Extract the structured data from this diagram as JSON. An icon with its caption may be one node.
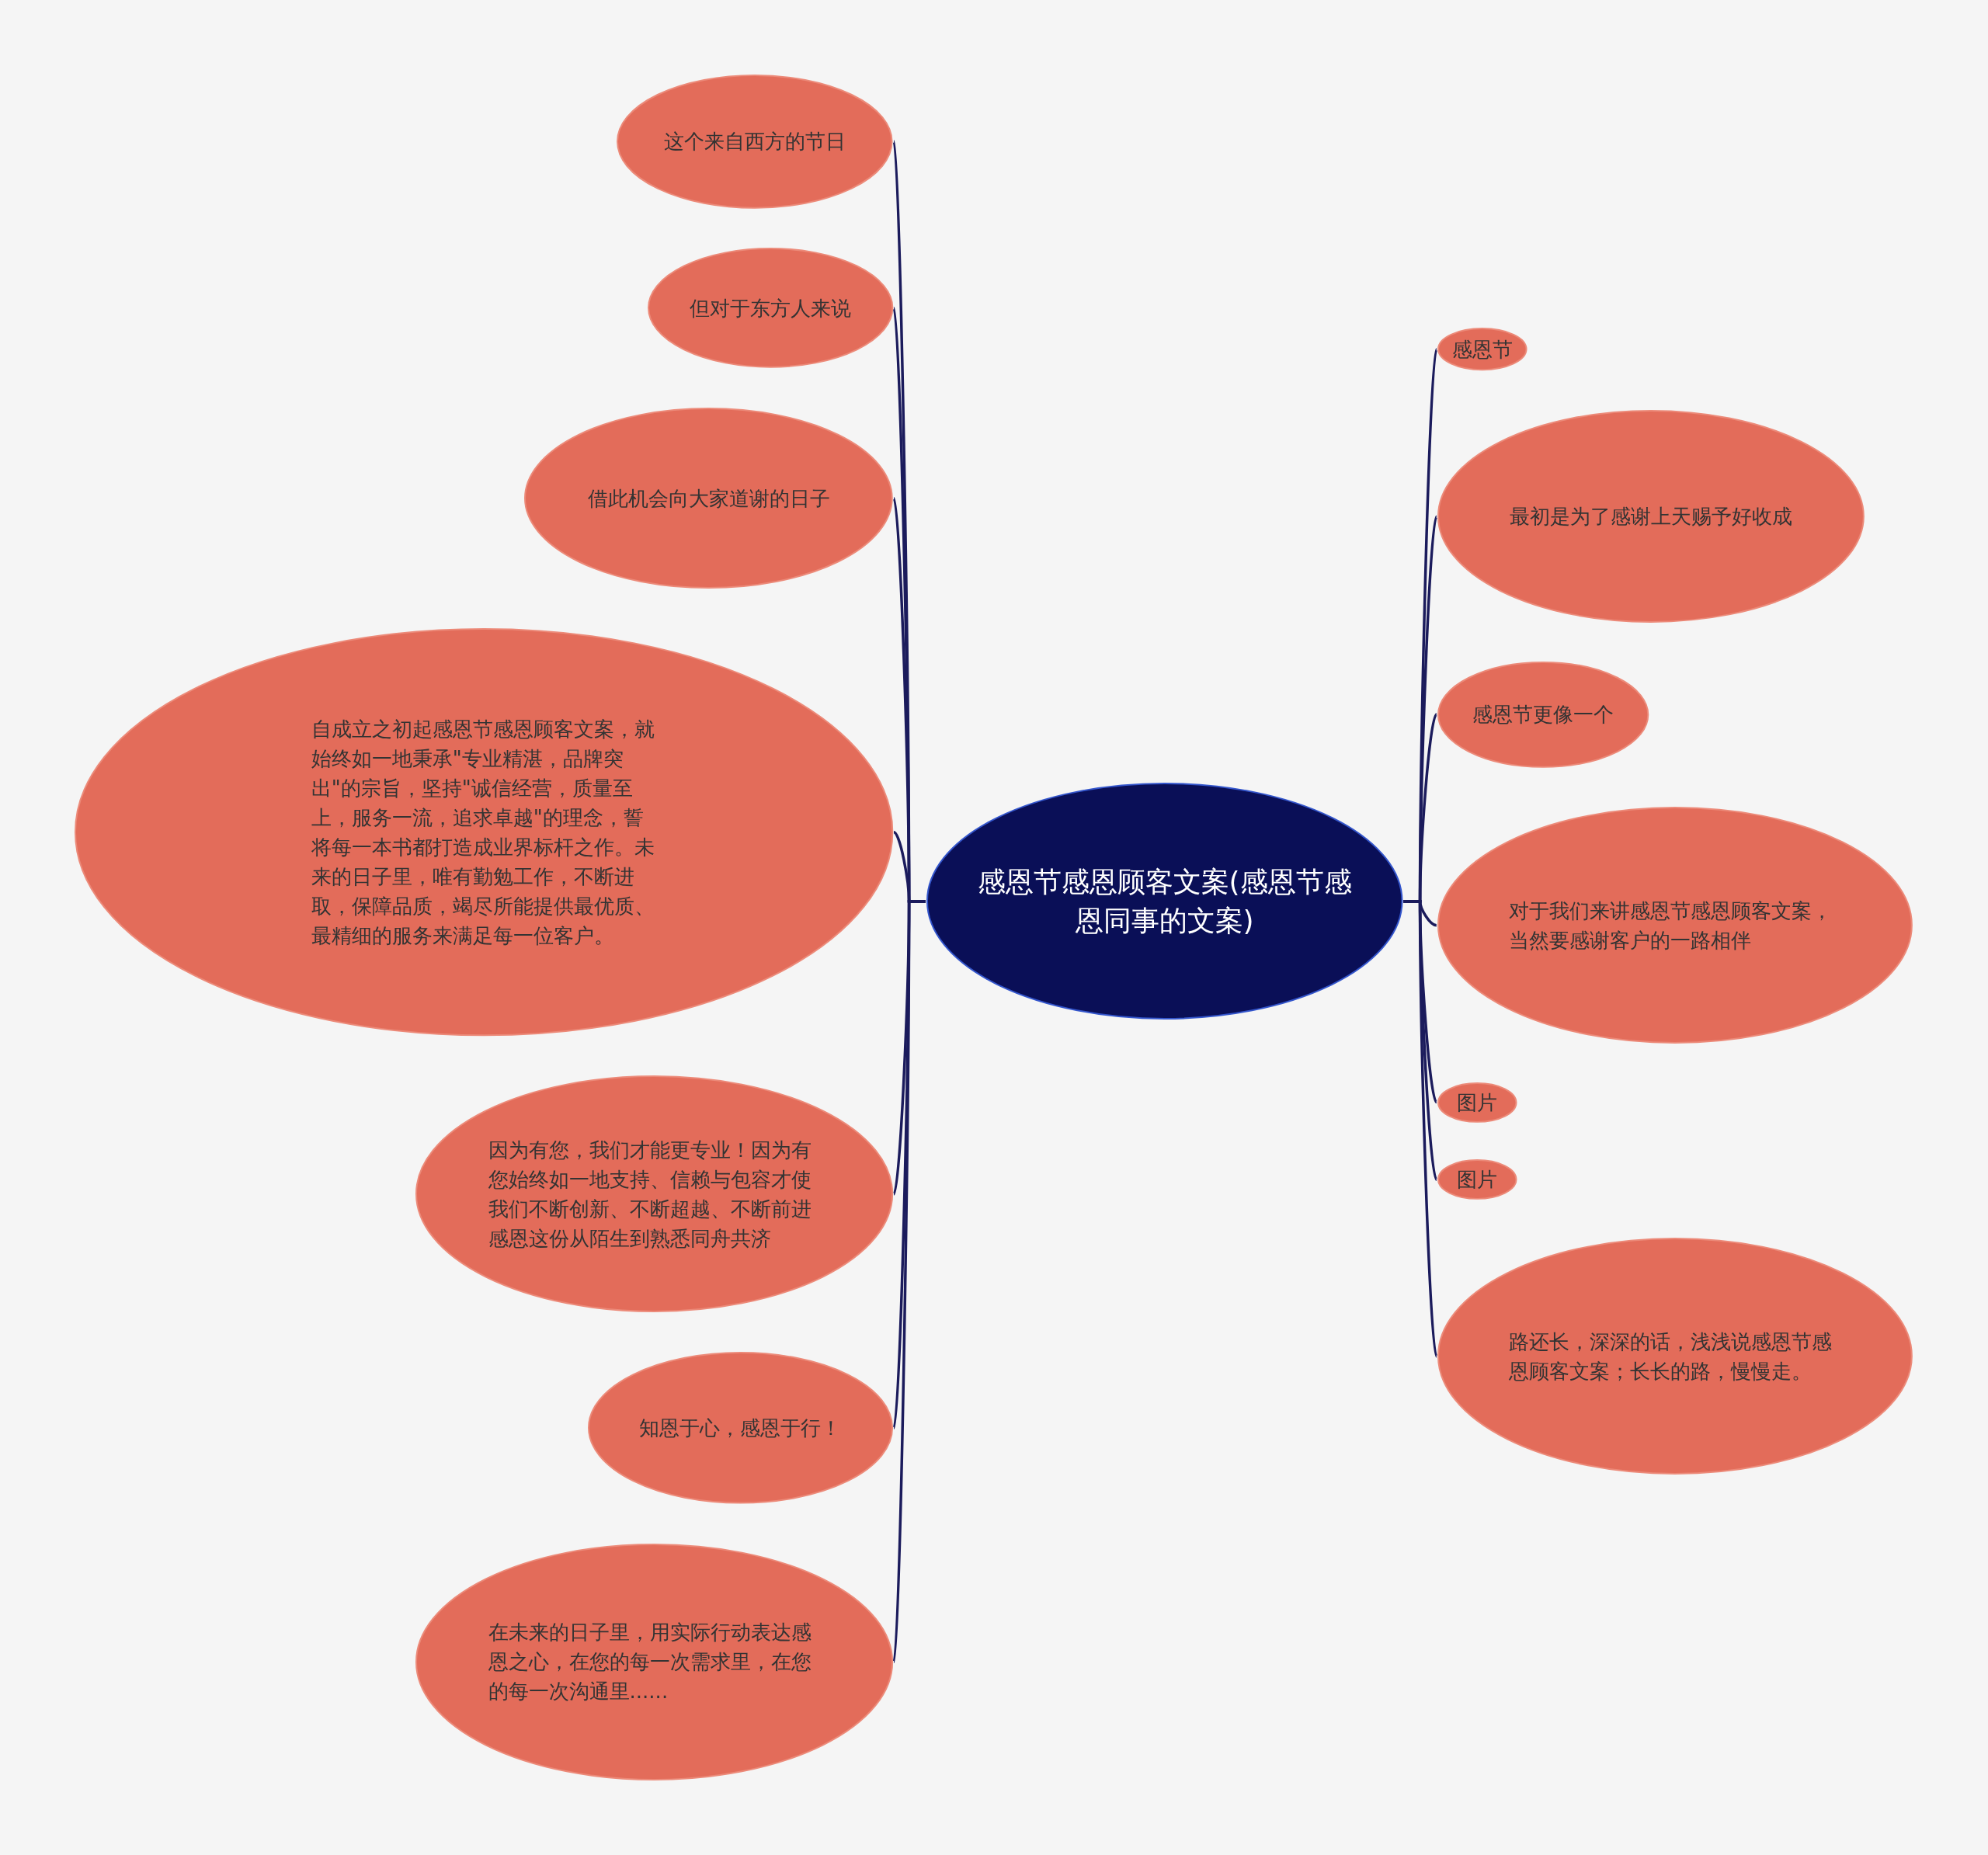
{
  "diagram": {
    "nodes": [
      {
        "text": [
          "感恩节感恩顾客文案(感恩节感恩同事的文案)"
        ]
      },
      {
        "text": [
          "这个来自西方的节日"
        ]
      },
      {
        "text": [
          "但对于东方人来说"
        ]
      },
      {
        "text": [
          "借此机会向大家道谢的日子"
        ]
      },
      {
        "text": [
          "自成立之初起感恩节感恩顾客文案，就始终如一地秉承\"专业精湛，品牌突出\"的宗旨，坚持\"诚信经营，质量至上，服务一流，追求卓越\"的理念，誓将每一本书都打造成业界标杆之作。未来的日子里，唯有勤勉工作，不断进取，保障品质，竭尽所能提供最优质、最精细的服务来满足每一位客户。"
        ]
      },
      {
        "text": [
          "因为有您，我们才能更专业！因为有您始终如一地支持、信赖与包容才使我们不断创新、不断超越、不断前进感恩这份从陌生到熟悉同舟共济"
        ]
      },
      {
        "text": [
          "知恩于心，感恩于行！"
        ]
      },
      {
        "text": [
          "在未来的日子里，用实际行动表达感恩之心，在您的每一次需求里，在您的每一次沟通里......"
        ]
      },
      {
        "text": [
          "感恩节"
        ]
      },
      {
        "text": [
          "最初是为了感谢上天赐予好收成"
        ]
      },
      {
        "text": [
          "感恩节更像一个"
        ]
      },
      {
        "text": [
          "对于我们来讲感恩节感恩顾客文案，当然要感谢客户的一路相伴"
        ]
      },
      {
        "text": [
          "图片"
        ]
      },
      {
        "text": [
          "图片"
        ]
      },
      {
        "text": [
          "路还长，深深的话，浅浅说感恩节感恩顾客文案；长长的路，慢慢走。"
        ]
      }
    ],
    "edges": [
      {
        "from": 0,
        "to": 1,
        "arrow": "none"
      },
      {
        "from": 0,
        "to": 2,
        "arrow": "none"
      },
      {
        "from": 0,
        "to": 3,
        "arrow": "none"
      },
      {
        "from": 0,
        "to": 4,
        "arrow": "none"
      },
      {
        "from": 0,
        "to": 5,
        "arrow": "none"
      },
      {
        "from": 0,
        "to": 6,
        "arrow": "none"
      },
      {
        "from": 0,
        "to": 7,
        "arrow": "none"
      },
      {
        "from": 0,
        "to": 8,
        "arrow": "none"
      },
      {
        "from": 0,
        "to": 9,
        "arrow": "none"
      },
      {
        "from": 0,
        "to": 10,
        "arrow": "none"
      },
      {
        "from": 0,
        "to": 11,
        "arrow": "none"
      },
      {
        "from": 0,
        "to": 12,
        "arrow": "none"
      },
      {
        "from": 0,
        "to": 13,
        "arrow": "none"
      },
      {
        "from": 0,
        "to": 14,
        "arrow": "none"
      }
    ]
  }
}
